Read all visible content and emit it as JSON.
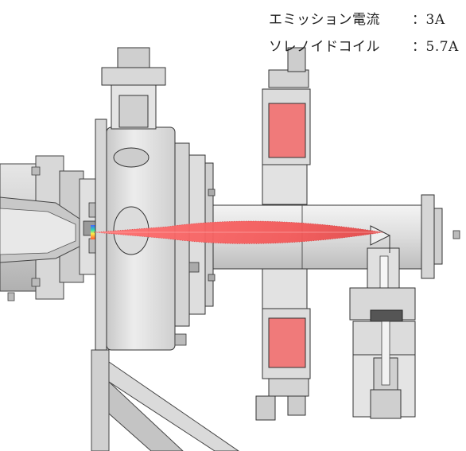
{
  "annotations": {
    "emission_label": "エミッション電流",
    "emission_value": "：3A",
    "solenoid_label": "ソレノイドコイル",
    "solenoid_value": "：5.7A"
  },
  "colors": {
    "metal_light": "#e4e4e4",
    "metal_mid": "#cfcfcf",
    "metal_dark": "#9a9a9a",
    "outline": "#3a3a3a",
    "coil": "#f07a7a",
    "beam": "#f05a5a",
    "beam_edge": "#c83232"
  }
}
